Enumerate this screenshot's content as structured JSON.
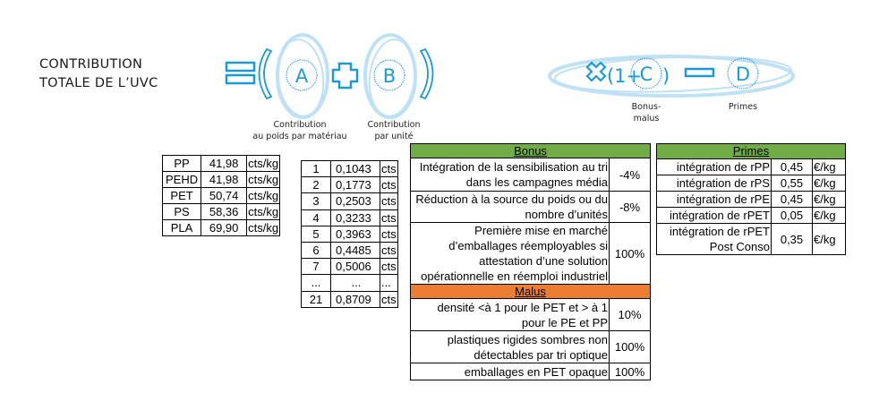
{
  "title": {
    "line1": "CONTRIBUTION",
    "line2": "TOTALE DE L’UVC"
  },
  "formula": {
    "a_letter": "A",
    "b_letter": "B",
    "c_prefix": "(1+",
    "c_letter": "C",
    "c_suffix": ")",
    "d_letter": "D",
    "caption_a_line1": "Contribution",
    "caption_a_line2": "au poids par matériau",
    "caption_b_line1": "Contribution",
    "caption_b_line2": "par unité",
    "caption_c_line1": "Bonus-",
    "caption_c_line2": "malus",
    "caption_d": "Primes",
    "accent_color": "#1b9ad6",
    "ring_color": "#bfe1f6"
  },
  "materials_table": {
    "rows": [
      {
        "material": "PP",
        "value": "41,98",
        "unit": "cts/kg"
      },
      {
        "material": "PEHD",
        "value": "41,98",
        "unit": "cts/kg"
      },
      {
        "material": "PET",
        "value": "50,74",
        "unit": "cts/kg"
      },
      {
        "material": "PS",
        "value": "58,36",
        "unit": "cts/kg"
      },
      {
        "material": "PLA",
        "value": "69,90",
        "unit": "cts/kg"
      }
    ]
  },
  "units_table": {
    "rows": [
      {
        "n": "1",
        "value": "0,1043",
        "unit": "cts"
      },
      {
        "n": "2",
        "value": "0,1773",
        "unit": "cts"
      },
      {
        "n": "3",
        "value": "0,2503",
        "unit": "cts"
      },
      {
        "n": "4",
        "value": "0,3233",
        "unit": "cts"
      },
      {
        "n": "5",
        "value": "0,3963",
        "unit": "cts"
      },
      {
        "n": "6",
        "value": "0,4485",
        "unit": "cts"
      },
      {
        "n": "7",
        "value": "0,5006",
        "unit": "cts"
      },
      {
        "n": "...",
        "value": "...",
        "unit": "..."
      },
      {
        "n": "21",
        "value": "0,8709",
        "unit": "cts"
      }
    ]
  },
  "bonus_malus_table": {
    "bonus_header": "Bonus",
    "bonus_color": "#70ad47",
    "bonus_rows": [
      {
        "label": "Intégration de la sensibilisation au tri dans les campagnes média",
        "value": "-4%"
      },
      {
        "label": "Réduction à la source du poids ou du nombre d’unités",
        "value": "-8%"
      },
      {
        "label": "Première mise en marché d’emballages réemployables si attestation d’une solution opérationnelle en réemploi industriel",
        "value": "100%"
      }
    ],
    "malus_header": "Malus",
    "malus_color": "#ed7d31",
    "malus_rows": [
      {
        "label": "densité <à 1 pour le PET et > à 1 pour le PE et PP",
        "value": "10%"
      },
      {
        "label": "plastiques rigides sombres non détectables par tri optique",
        "value": "100%"
      },
      {
        "label": "emballages en PET opaque",
        "value": "100%"
      }
    ]
  },
  "primes_table": {
    "header": "Primes",
    "header_color": "#70ad47",
    "rows": [
      {
        "label": "intégration de rPP",
        "value": "0,45",
        "unit": "€/kg"
      },
      {
        "label": "intégration de rPS",
        "value": "0,55",
        "unit": "€/kg"
      },
      {
        "label": "intégration de rPE",
        "value": "0,45",
        "unit": "€/kg"
      },
      {
        "label": "intégration de rPET",
        "value": "0,05",
        "unit": "€/kg"
      },
      {
        "label": "intégration de rPET Post Conso",
        "value": "0,35",
        "unit": "€/kg"
      }
    ]
  }
}
